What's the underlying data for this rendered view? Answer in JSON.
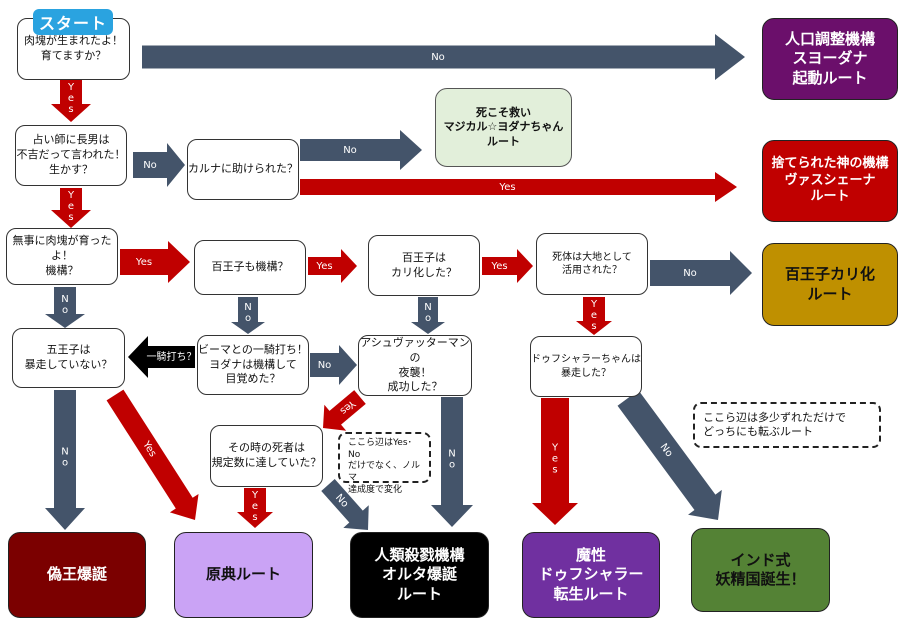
{
  "start_badge": "スタート",
  "questions": {
    "q1": "肉塊が生まれたよ！\n育てますか？",
    "q2": "占い師に長男は\n不吉だって言われた！\n生かす？",
    "q3": "カルナに助けられた？",
    "q4": "無事に肉塊が育ったよ！\n機構？",
    "q5": "百王子も機構？",
    "q6": "百王子は\nカリ化した？",
    "q7": "死体は大地として\n活用された？",
    "q8": "五王子は\n暴走していない？",
    "q9": "ビーマとの一騎打ち！\nヨダナは機構して\n目覚めた？",
    "q10": "アシュヴァッターマンの\n夜襲！\n成功した？",
    "q11": "その時の死者は\n規定数に達していた？",
    "q12": "ドゥフシャラーちゃんは\n暴走した？"
  },
  "endings": {
    "e1": "人口調整機構\nスヨーダナ\n起動ルート",
    "e2": "死こそ救い\nマジカル☆ヨダナちゃん\nルート",
    "e3": "捨てられた神の機構\nヴァスシェーナ\nルート",
    "e4": "百王子カリ化\nルート",
    "e5": "偽王爆誕",
    "e6": "原典ルート",
    "e7": "人類殺戮機構\nオルタ爆誕\nルート",
    "e8": "魔性\nドゥフシャラー\n転生ルート",
    "e9": "インド式\n妖精国誕生！"
  },
  "notes": {
    "n1": "ここら辺はYes･No\nだけでなく、ノルマ\n達成度で変化",
    "n2": "ここら辺は多少ずれただけで\nどっちにも転ぶルート"
  },
  "arrows": {
    "no_top": "No",
    "yes1": "Yes",
    "no2": "No",
    "no_karna": "No",
    "yes_karna": "Yes",
    "yes2": "Yes",
    "yes3": "Yes",
    "yes4": "Yes",
    "yes5": "Yes",
    "no5": "No",
    "no3": "No",
    "no4": "No",
    "no6": "No",
    "yes6": "Yes",
    "ikki": "一騎打ち？",
    "no7": "No",
    "yes7": "Yes",
    "no_ash": "No",
    "yes8": "Yes",
    "no8": "No",
    "no_five": "No",
    "yes_five": "Yes",
    "yes_duf": "Yes",
    "no_duf": "No"
  },
  "colors": {
    "no_arrow": "#44546a",
    "yes_arrow": "#c00000",
    "battle_arrow": "#000000",
    "e1": "#6b0f6b",
    "e2": "#e2efda",
    "e3": "#c00000",
    "e4": "#bf9000",
    "e5": "#7b0000",
    "e6": "#caa3f5",
    "e7": "#000000",
    "e8": "#7030a0",
    "e9": "#548235"
  }
}
